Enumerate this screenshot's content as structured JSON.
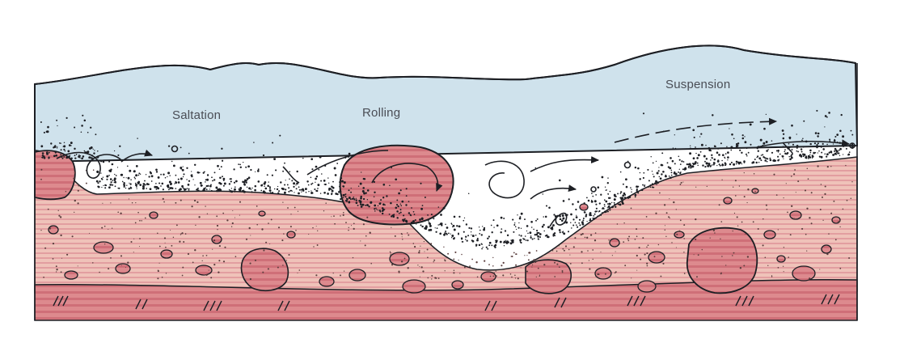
{
  "labels": {
    "saltation": "Saltation",
    "rolling": "Rolling",
    "suspension": "Suspension"
  },
  "colors": {
    "water": "#cfe2ec",
    "sediment": "#eab3a8",
    "stripe": "#d98a95",
    "bedrock": "#d87780",
    "ink": "#1d1f24",
    "background": "#ffffff"
  }
}
